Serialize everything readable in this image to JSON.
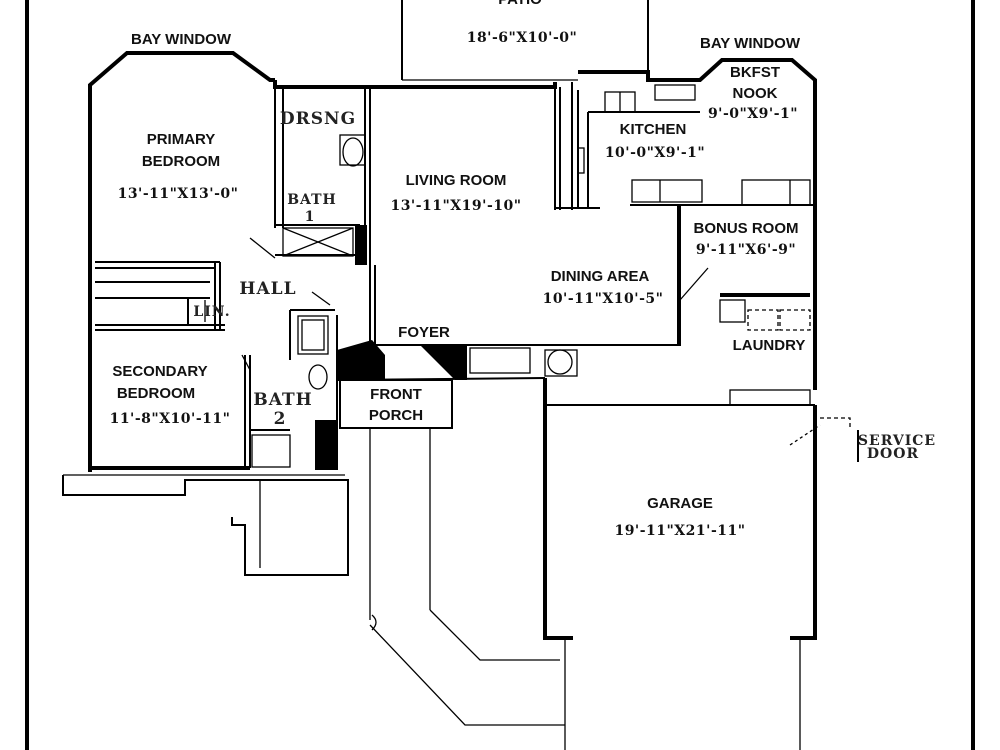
{
  "rooms": {
    "patio": {
      "name": "PATIO",
      "dims": "18'-6\"X10'-0\""
    },
    "bay_window_left": {
      "name": "BAY WINDOW"
    },
    "bay_window_right": {
      "name": "BAY WINDOW"
    },
    "primary_bedroom": {
      "line1": "PRIMARY",
      "line2": "BEDROOM",
      "dims": "13'-11\"X13'-0\""
    },
    "dressing": {
      "name": "DRSNG"
    },
    "bath1": {
      "line1": "BATH",
      "line2": "1"
    },
    "living_room": {
      "name": "LIVING ROOM",
      "dims": "13'-11\"X19'-10\""
    },
    "kitchen": {
      "name": "KITCHEN",
      "dims": "10'-0\"X9'-1\""
    },
    "nook": {
      "line1": "BKFST",
      "line2": "NOOK",
      "dims": "9'-0\"X9'-1\""
    },
    "bonus_room": {
      "name": "BONUS ROOM",
      "dims": "9'-11\"X6'-9\""
    },
    "dining_area": {
      "name": "DINING AREA",
      "dims": "10'-11\"X10'-5\""
    },
    "hall": {
      "name": "HALL"
    },
    "linen": {
      "name": "LIN."
    },
    "foyer": {
      "name": "FOYER"
    },
    "laundry": {
      "name": "LAUNDRY"
    },
    "secondary_bedroom": {
      "line1": "SECONDARY",
      "line2": "BEDROOM",
      "dims": "11'-8\"X10'-11\""
    },
    "bath2": {
      "line1": "BATH",
      "line2": "2"
    },
    "front_porch": {
      "line1": "FRONT",
      "line2": "PORCH"
    },
    "service_door": {
      "line1": "SERVICE",
      "line2": "DOOR"
    },
    "garage": {
      "name": "GARAGE",
      "dims": "19'-11\"X21'-11\""
    }
  }
}
